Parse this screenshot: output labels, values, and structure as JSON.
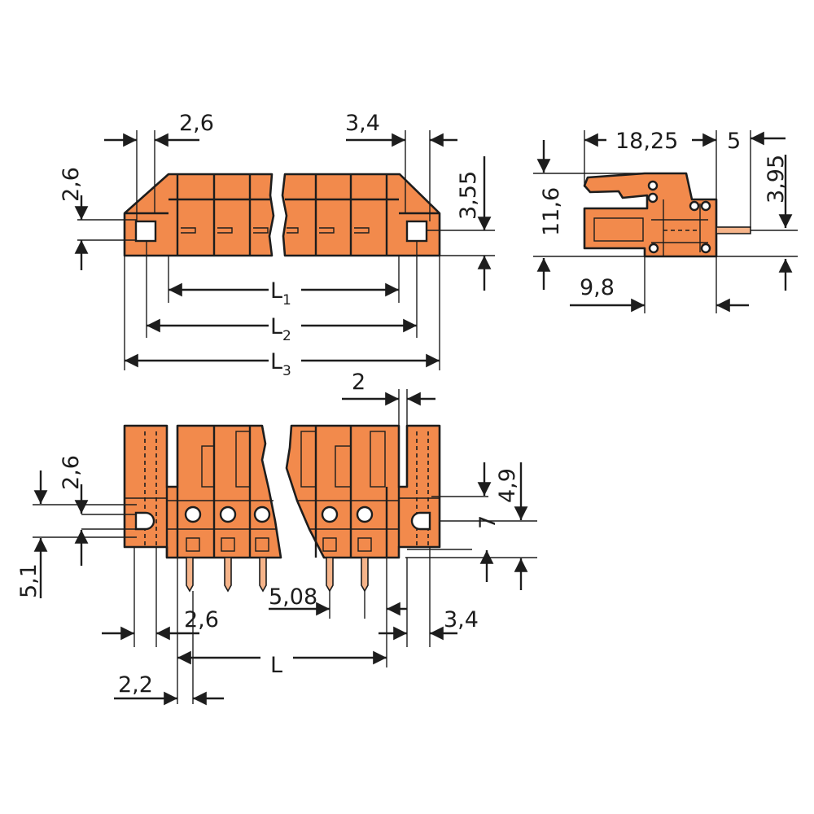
{
  "colors": {
    "housing": "#F28A4C",
    "pin": "#F6B48A",
    "line": "#1d1d1d"
  },
  "top_view": {
    "dim_left_offset": "2,6",
    "dim_right_offset": "3,4",
    "dim_left_height": "2,6",
    "dim_right_height": "3,55",
    "L1": {
      "main": "L",
      "sub": "1"
    },
    "L2": {
      "main": "L",
      "sub": "2"
    },
    "L3": {
      "main": "L",
      "sub": "3"
    }
  },
  "side_view": {
    "dim_length": "18,25",
    "dim_pin_length": "5",
    "dim_pin_height": "3,95",
    "dim_height": "11,6",
    "dim_offset": "9,8"
  },
  "front_view": {
    "dim_slot": "2",
    "dim_left_height": "2,6",
    "dim_right_height": "4,9",
    "dim_right_7": "7",
    "dim_bottom": "5,1",
    "dim_pitch": "5,08",
    "dim_left_offset": "2,6",
    "dim_right_offset": "3,4",
    "dim_L": "L",
    "dim_flange": "2,2"
  }
}
